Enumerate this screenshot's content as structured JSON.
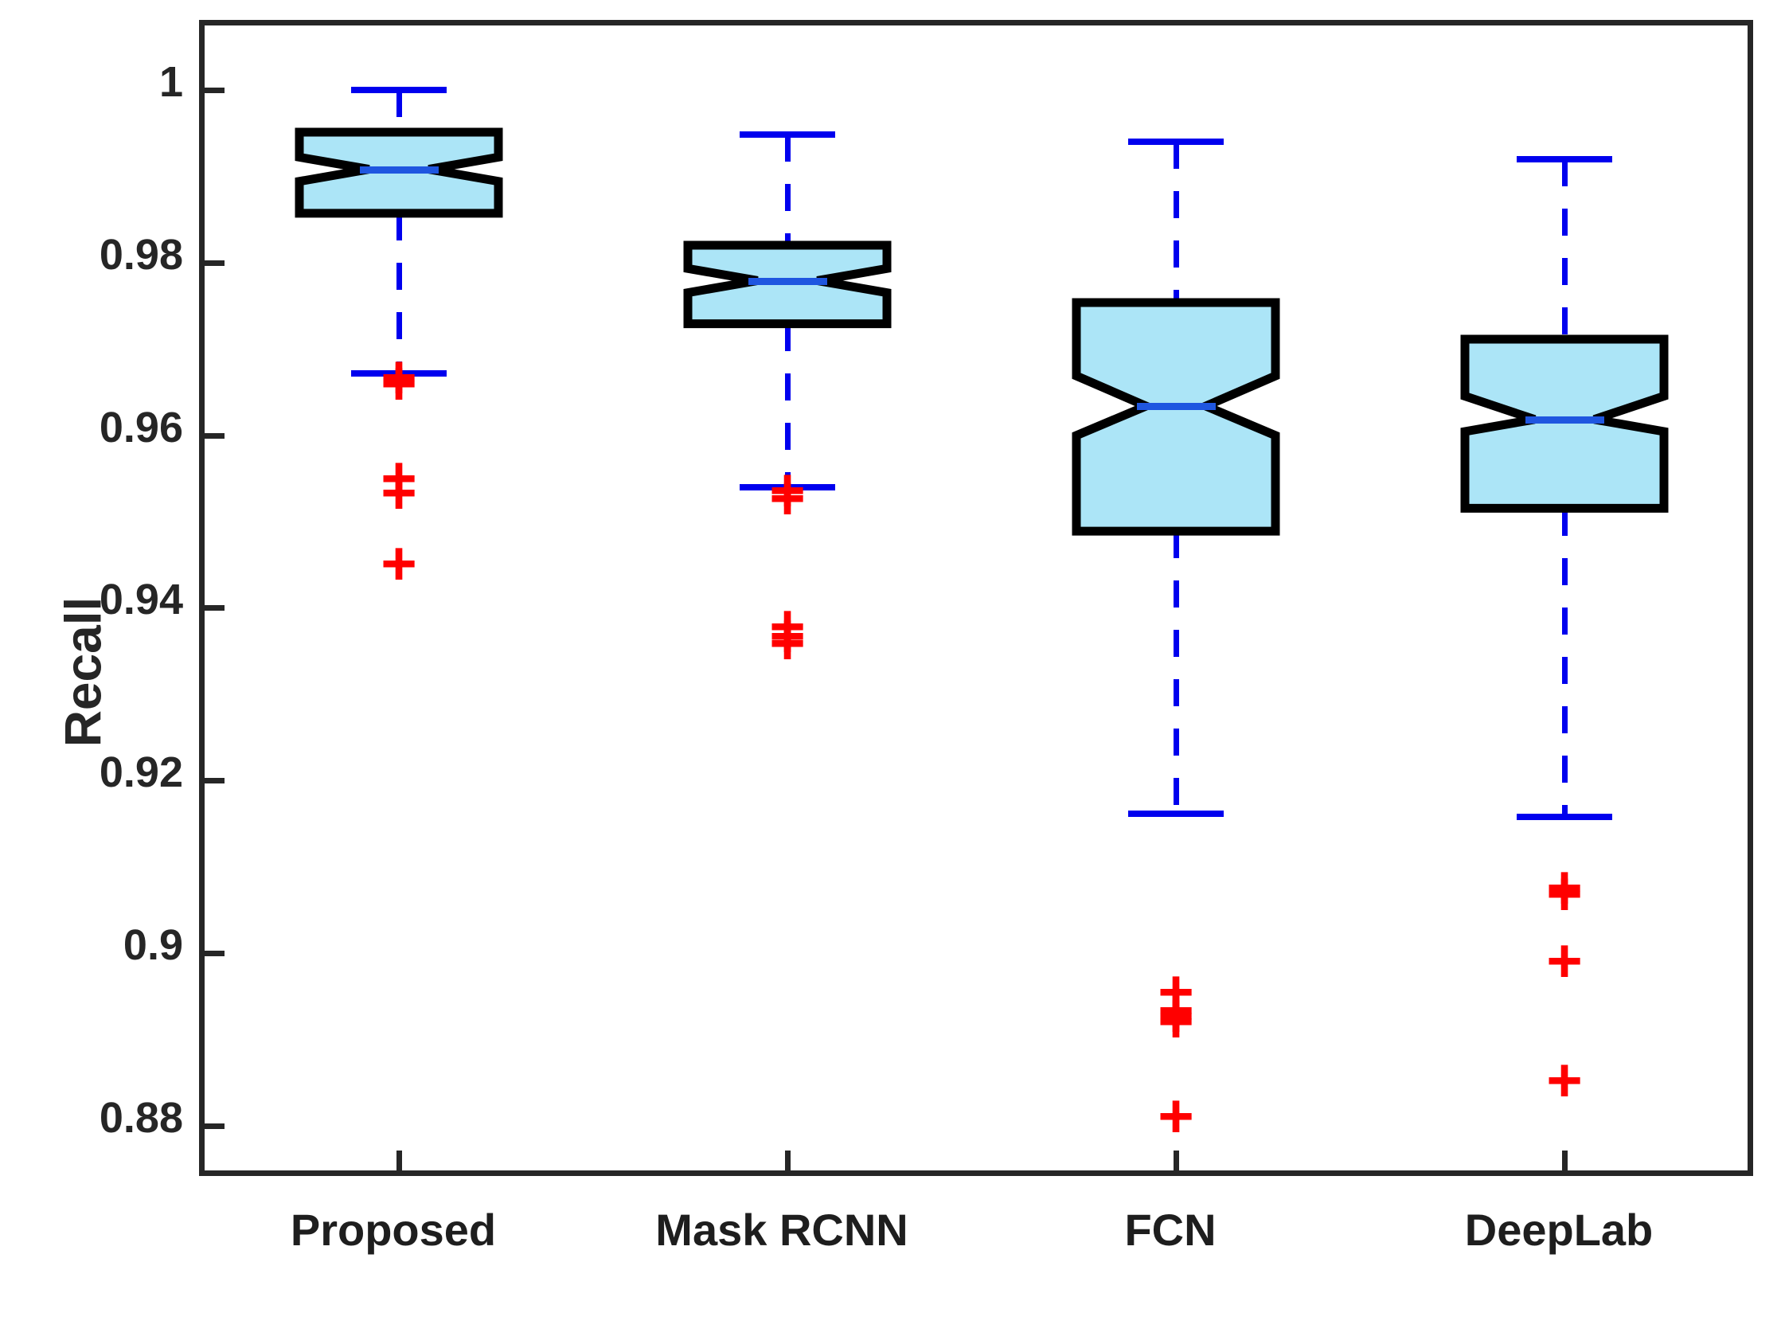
{
  "chart_data": {
    "type": "box",
    "title": "",
    "xlabel": "",
    "ylabel": "Recall",
    "ylim": [
      0.8735,
      1.0075
    ],
    "yticks": [
      1,
      0.98,
      0.96,
      0.94,
      0.92,
      0.9,
      0.88
    ],
    "ytick_labels": [
      "1",
      "0.98",
      "0.96",
      "0.94",
      "0.92",
      "0.9",
      "0.88"
    ],
    "categories": [
      "Proposed",
      "Mask RCNN",
      "FCN",
      "DeepLab"
    ],
    "grid": false,
    "legend": "none",
    "notched": true,
    "box_fill_color": "#ace5f7",
    "box_edge_color": "#000000",
    "median_color": "#1f56e0",
    "whisker_color": "#0000ee",
    "outlier_color": "#ff0000",
    "outlier_marker": "+",
    "boxes": [
      {
        "label": "Proposed",
        "whisker_high": 1.0,
        "q3": 0.9951,
        "median": 0.9908,
        "q1": 0.9857,
        "whisker_low": 0.9672,
        "notch_high": 0.9922,
        "notch_low": 0.9894,
        "outliers": [
          0.9668,
          0.9661,
          0.9551,
          0.9534,
          0.9452
        ]
      },
      {
        "label": "Mask RCNN",
        "whisker_high": 0.9949,
        "q3": 0.982,
        "median": 0.9779,
        "q1": 0.9729,
        "whisker_low": 0.954,
        "notch_high": 0.9793,
        "notch_low": 0.9765,
        "outliers": [
          0.9537,
          0.9528,
          0.9379,
          0.9368,
          0.936
        ]
      },
      {
        "label": "FCN",
        "whisker_high": 0.994,
        "q3": 0.9754,
        "median": 0.9634,
        "q1": 0.9489,
        "whisker_low": 0.9161,
        "notch_high": 0.9669,
        "notch_low": 0.96,
        "outliers": [
          0.8956,
          0.8934,
          0.8928,
          0.8921,
          0.8812
        ]
      },
      {
        "label": "DeepLab",
        "whisker_high": 0.992,
        "q3": 0.9711,
        "median": 0.9618,
        "q1": 0.9515,
        "whisker_low": 0.9158,
        "notch_high": 0.9645,
        "notch_low": 0.9604,
        "outliers": [
          0.9076,
          0.9069,
          0.8992,
          0.8853
        ]
      }
    ]
  }
}
